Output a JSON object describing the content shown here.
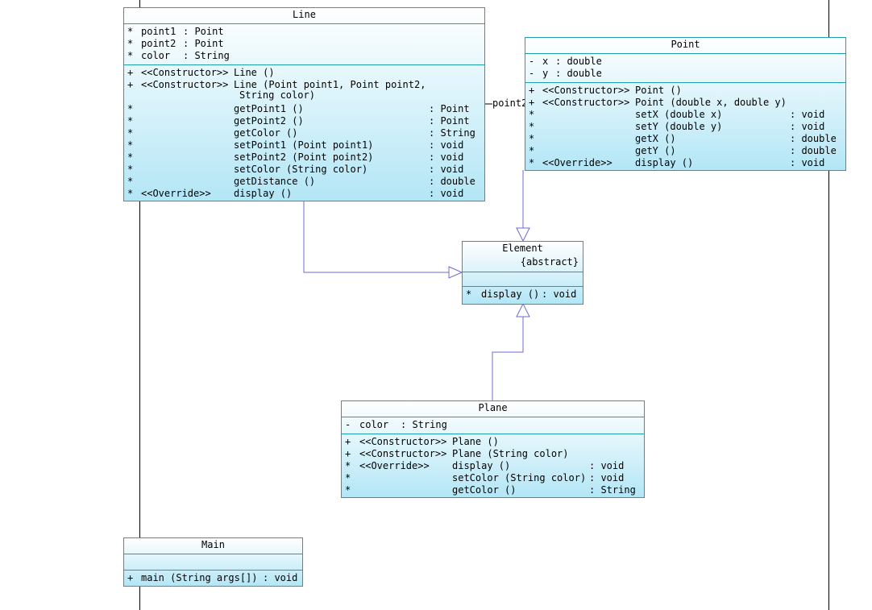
{
  "classes": {
    "line": {
      "name": "Line",
      "attributes": [
        {
          "vis": "*",
          "name": "point1",
          "type": ": Point"
        },
        {
          "vis": "*",
          "name": "point2",
          "type": ": Point"
        },
        {
          "vis": "*",
          "name": "color",
          "type": ": String"
        }
      ],
      "operations": [
        {
          "vis": "+",
          "stereo": "<<Constructor>>",
          "sig": "Line ()",
          "ret": ""
        },
        {
          "vis": "+",
          "stereo": "<<Constructor>>",
          "sig": "Line (Point point1, Point point2,",
          "ret": ""
        },
        {
          "vis": "",
          "stereo": "",
          "sig": "String color)",
          "ret": ""
        },
        {
          "vis": "*",
          "stereo": "",
          "sig": "getPoint1 ()",
          "ret": ": Point"
        },
        {
          "vis": "*",
          "stereo": "",
          "sig": "getPoint2 ()",
          "ret": ": Point"
        },
        {
          "vis": "*",
          "stereo": "",
          "sig": "getColor ()",
          "ret": ": String"
        },
        {
          "vis": "*",
          "stereo": "",
          "sig": "setPoint1 (Point point1)",
          "ret": ": void"
        },
        {
          "vis": "*",
          "stereo": "",
          "sig": "setPoint2 (Point point2)",
          "ret": ": void"
        },
        {
          "vis": "*",
          "stereo": "",
          "sig": "setColor (String color)",
          "ret": ": void"
        },
        {
          "vis": "*",
          "stereo": "",
          "sig": "getDistance ()",
          "ret": ": double"
        },
        {
          "vis": "*",
          "stereo": "<<Override>>",
          "sig": "display ()",
          "ret": ": void"
        }
      ]
    },
    "point": {
      "name": "Point",
      "attributes": [
        {
          "vis": "-",
          "name": "x",
          "type": ": double"
        },
        {
          "vis": "-",
          "name": "y",
          "type": ": double"
        }
      ],
      "operations": [
        {
          "vis": "+",
          "stereo": "<<Constructor>>",
          "sig": "Point ()",
          "ret": ""
        },
        {
          "vis": "+",
          "stereo": "<<Constructor>>",
          "sig": "Point (double x, double y)",
          "ret": ""
        },
        {
          "vis": "*",
          "stereo": "",
          "sig": "setX (double x)",
          "ret": ": void"
        },
        {
          "vis": "*",
          "stereo": "",
          "sig": "setY (double y)",
          "ret": ": void"
        },
        {
          "vis": "*",
          "stereo": "",
          "sig": "getX ()",
          "ret": ": double"
        },
        {
          "vis": "*",
          "stereo": "",
          "sig": "getY ()",
          "ret": ": double"
        },
        {
          "vis": "*",
          "stereo": "<<Override>>",
          "sig": "display ()",
          "ret": ": void"
        }
      ]
    },
    "element": {
      "name": "Element",
      "modifier": "{abstract}",
      "operations": [
        {
          "vis": "*",
          "sig": "display ()",
          "ret": ": void"
        }
      ]
    },
    "plane": {
      "name": "Plane",
      "attributes": [
        {
          "vis": "-",
          "name": "color",
          "type": ": String"
        }
      ],
      "operations": [
        {
          "vis": "+",
          "stereo": "<<Constructor>>",
          "sig": "Plane ()",
          "ret": ""
        },
        {
          "vis": "+",
          "stereo": "<<Constructor>>",
          "sig": "Plane (String color)",
          "ret": ""
        },
        {
          "vis": "*",
          "stereo": "<<Override>>",
          "sig": "display ()",
          "ret": ": void"
        },
        {
          "vis": "*",
          "stereo": "",
          "sig": "setColor (String color)",
          "ret": ": void"
        },
        {
          "vis": "*",
          "stereo": "",
          "sig": "getColor ()",
          "ret": ": String"
        }
      ]
    },
    "main": {
      "name": "Main",
      "operations": [
        {
          "vis": "+",
          "sig": "main (String args[])",
          "ret": ": void"
        }
      ]
    }
  },
  "relations": {
    "association_role": "point2"
  },
  "colors": {
    "class_border": "#1f9fb0",
    "class_fill_top": "#ffffff",
    "class_fill_bottom": "#b3e6f6",
    "connector": "#6b6bd6",
    "lifeline": "#000000"
  }
}
